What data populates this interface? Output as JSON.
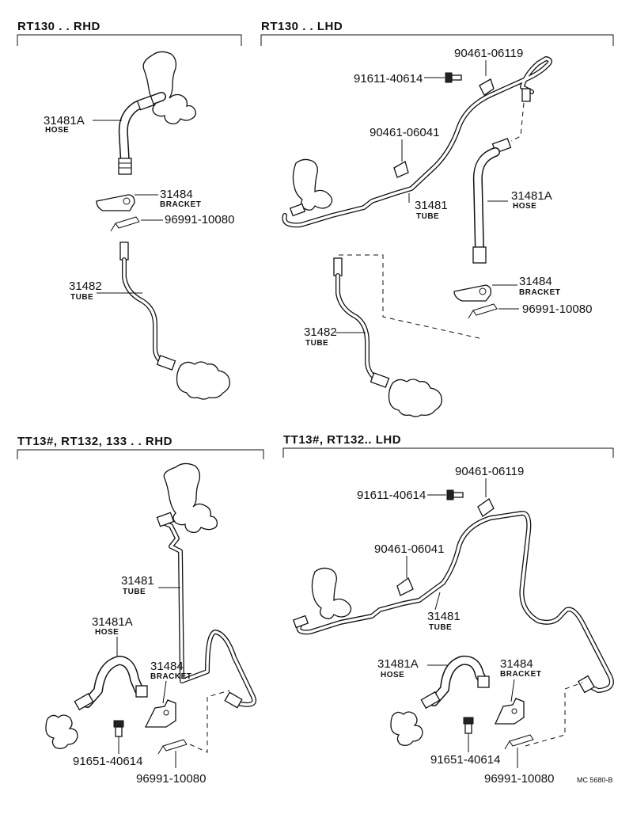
{
  "sections": {
    "rt130_rhd": {
      "title": "RT130 . . RHD",
      "hose_num": "31481A",
      "hose_sub": "HOSE",
      "bracket_num": "31484",
      "bracket_sub": "BRACKET",
      "clip": "96991-10080",
      "tube_num": "31482",
      "tube_sub": "TUBE"
    },
    "rt130_lhd": {
      "title": "RT130 . . LHD",
      "clamp1": "90461-06119",
      "bolt": "91611-40614",
      "clamp2": "90461-06041",
      "tube_num": "31481",
      "tube_sub": "TUBE",
      "hose_num": "31481A",
      "hose_sub": "HOSE",
      "bracket_num": "31484",
      "bracket_sub": "BRACKET",
      "clip": "96991-10080",
      "tube2_num": "31482",
      "tube2_sub": "TUBE"
    },
    "tt13_rhd": {
      "title": "TT13#, RT132, 133 . . RHD",
      "tube_num": "31481",
      "tube_sub": "TUBE",
      "hose_num": "31481A",
      "hose_sub": "HOSE",
      "bracket_num": "31484",
      "bracket_sub": "BRACKET",
      "bolt": "91651-40614",
      "clip": "96991-10080"
    },
    "tt13_lhd": {
      "title": "TT13#, RT132.. LHD",
      "clamp1": "90461-06119",
      "bolt1": "91611-40614",
      "clamp2": "90461-06041",
      "tube_num": "31481",
      "tube_sub": "TUBE",
      "hose_num": "31481A",
      "hose_sub": "HOSE",
      "bracket_num": "31484",
      "bracket_sub": "BRACKET",
      "bolt2": "91651-40614",
      "clip": "96991-10080"
    }
  },
  "figure_code": "MC 5680-B"
}
